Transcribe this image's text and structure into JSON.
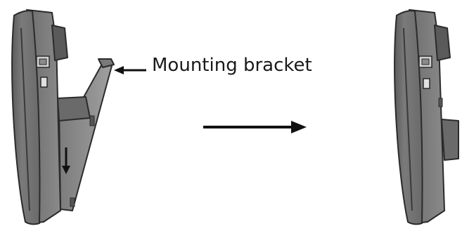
{
  "diagram": {
    "callout": {
      "label": "Mounting bracket"
    },
    "colors": {
      "phone_body": "#707070",
      "phone_dark": "#4a4a4a",
      "phone_light": "#9a9a9a",
      "outline": "#2b2b2b",
      "bracket": "#8c8c8c",
      "arrow": "#111111"
    },
    "steps": [
      {
        "name": "phone-with-bracket-attached"
      },
      {
        "name": "phone-bracket-removed"
      }
    ]
  }
}
